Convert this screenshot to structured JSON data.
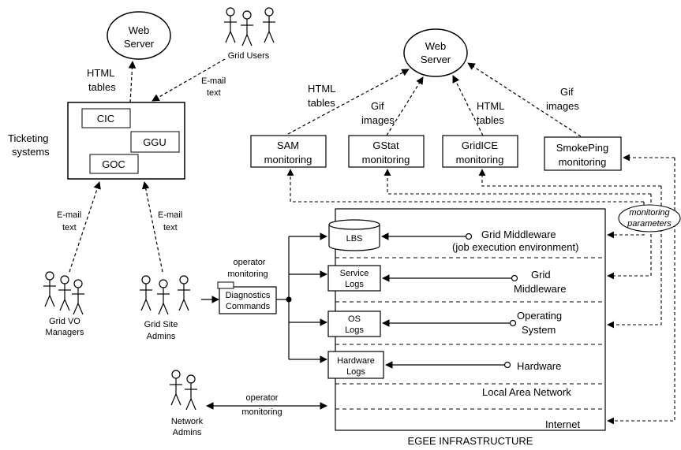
{
  "web_server_left": {
    "label_line1": "Web",
    "label_line2": "Server"
  },
  "web_server_right": {
    "label_line1": "Web",
    "label_line2": "Server"
  },
  "grid_users": "Grid Users",
  "html_tables_left": {
    "line1": "HTML",
    "line2": "tables"
  },
  "email_text_top": {
    "line1": "E-mail",
    "line2": "text"
  },
  "ticketing": {
    "label_line1": "Ticketing",
    "label_line2": "systems",
    "cic": "CIC",
    "ggu": "GGU",
    "goc": "GOC"
  },
  "email_text_left": {
    "line1": "E-mail",
    "line2": "text"
  },
  "email_text_right": {
    "line1": "E-mail",
    "line2": "text"
  },
  "grid_vo_managers": {
    "line1": "Grid VO",
    "line2": "Managers"
  },
  "grid_site_admins": {
    "line1": "Grid Site",
    "line2": "Admins"
  },
  "network_admins": {
    "line1": "Network",
    "line2": "Admins"
  },
  "operator_monitoring_top": {
    "line1": "operator",
    "line2": "monitoring"
  },
  "diagnostics": {
    "line1": "Diagnostics",
    "line2": "Commands"
  },
  "operator_monitoring_bottom": {
    "line1": "operator",
    "line2": "monitoring"
  },
  "monitors": {
    "sam": {
      "line1": "SAM",
      "line2": "monitoring"
    },
    "gstat": {
      "line1": "GStat",
      "line2": "monitoring"
    },
    "gridice": {
      "line1": "GridICE",
      "line2": "monitoring"
    },
    "smokeping": {
      "line1": "SmokePing",
      "line2": "monitoring"
    }
  },
  "labels_right": {
    "html_tables_sam": {
      "line1": "HTML",
      "line2": "tables"
    },
    "gif_images_gstat": {
      "line1": "Gif",
      "line2": "images"
    },
    "html_tables_gridice": {
      "line1": "HTML",
      "line2": "tables"
    },
    "gif_images_smokeping": {
      "line1": "Gif",
      "line2": "images"
    }
  },
  "monitoring_parameters": {
    "line1": "monitoring",
    "line2": "parameters"
  },
  "infrastructure": {
    "title": "EGEE INFRASTRUCTURE",
    "lbs": "LBS",
    "service_logs": {
      "line1": "Service",
      "line2": "Logs"
    },
    "os_logs": {
      "line1": "OS",
      "line2": "Logs"
    },
    "hardware_logs": {
      "line1": "Hardware",
      "line2": "Logs"
    },
    "grid_middleware_job": {
      "line1": "Grid Middleware",
      "line2": "(job execution environment)"
    },
    "grid_middleware": {
      "line1": "Grid",
      "line2": "Middleware"
    },
    "operating_system": {
      "line1": "Operating",
      "line2": "System"
    },
    "hardware": "Hardware",
    "lan": "Local Area Network",
    "internet": "Internet"
  }
}
